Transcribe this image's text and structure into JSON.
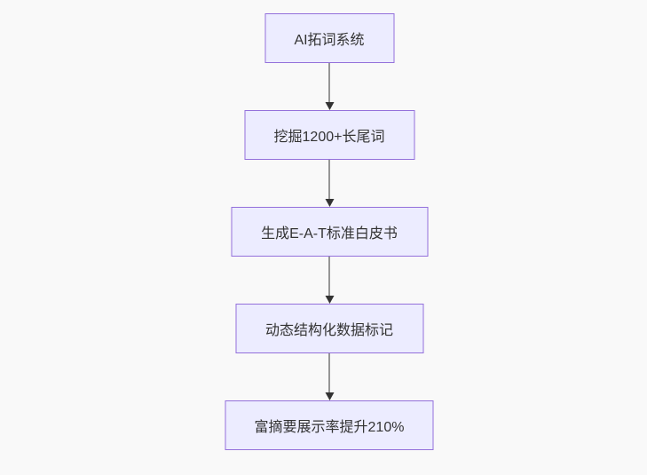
{
  "diagram": {
    "type": "flowchart",
    "direction": "top-down",
    "nodes": [
      {
        "id": "A",
        "label": "AI拓词系统"
      },
      {
        "id": "B",
        "label": "挖掘1200+长尾词"
      },
      {
        "id": "C",
        "label": "生成E-A-T标准白皮书"
      },
      {
        "id": "D",
        "label": "动态结构化数据标记"
      },
      {
        "id": "E",
        "label": "富摘要展示率提升210%"
      }
    ],
    "edges": [
      {
        "from": "A",
        "to": "B"
      },
      {
        "from": "B",
        "to": "C"
      },
      {
        "from": "C",
        "to": "D"
      },
      {
        "from": "D",
        "to": "E"
      }
    ],
    "colors": {
      "node_fill": "#ECECFF",
      "node_border": "#9370DB",
      "arrow": "#333333",
      "text": "#333333",
      "background": "#f9f9f9"
    }
  }
}
